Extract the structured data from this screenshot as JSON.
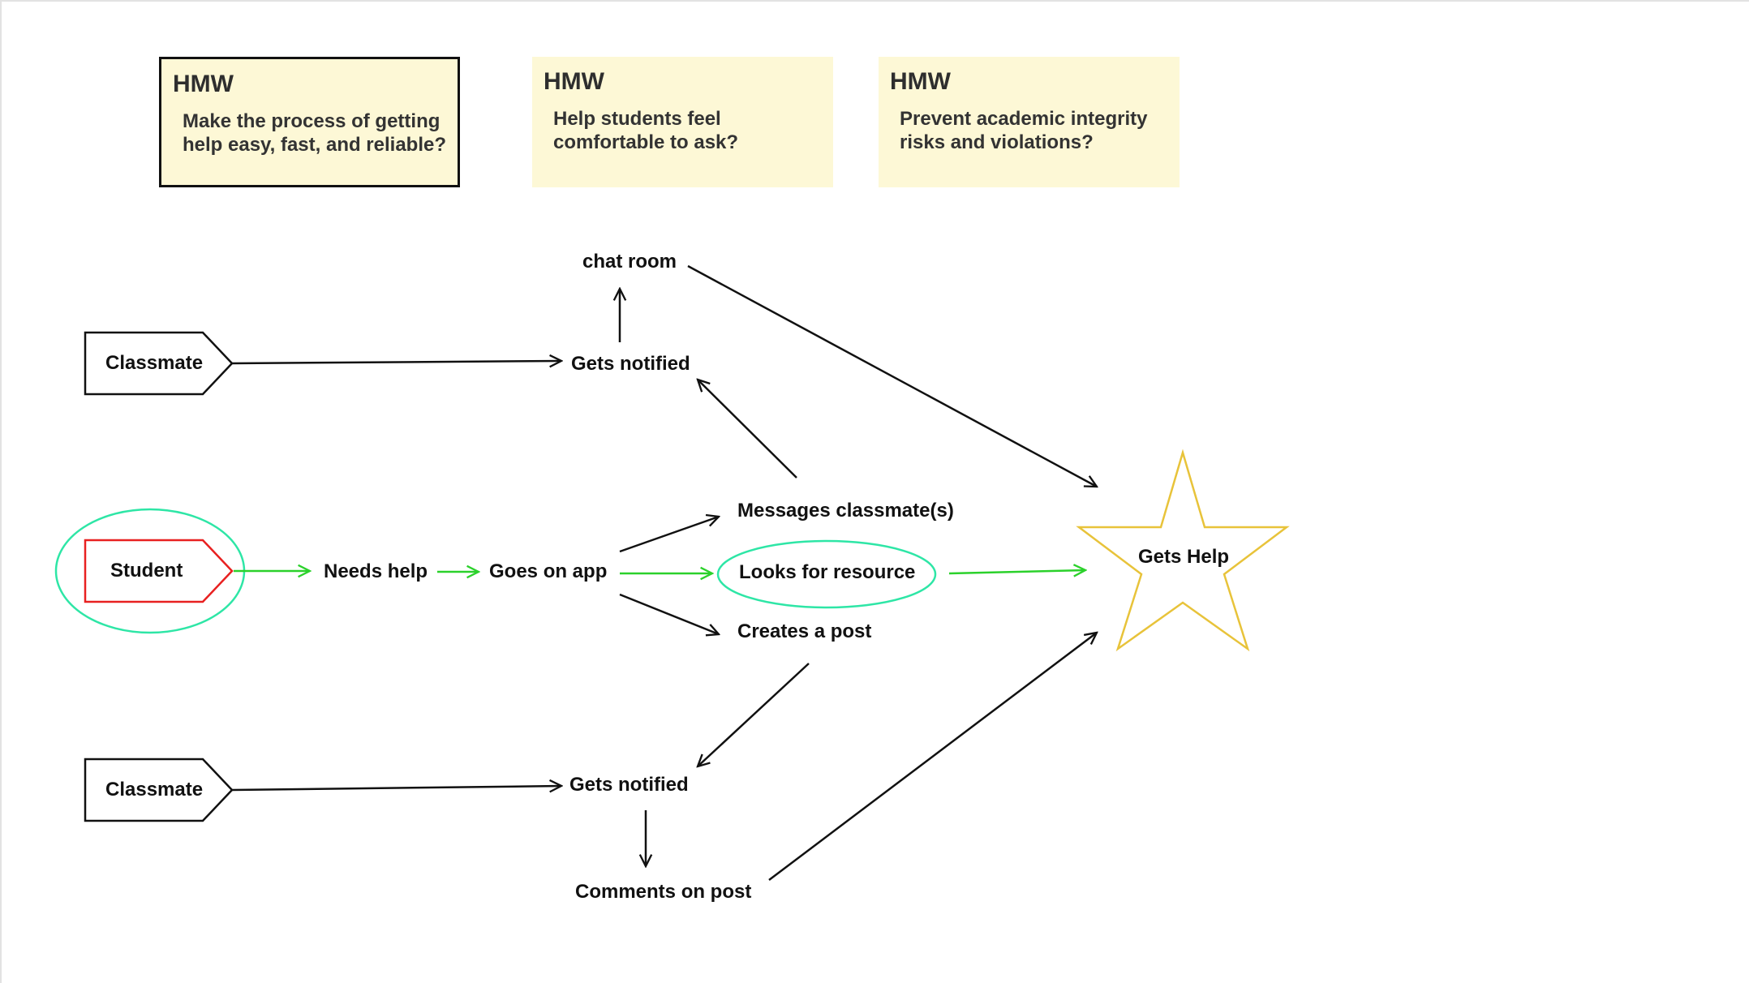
{
  "hmw_notes": [
    {
      "title": "HMW",
      "body_line1": "Make the process of getting",
      "body_line2": "help easy, fast, and reliable?"
    },
    {
      "title": "HMW",
      "body_line1": "Help students feel",
      "body_line2": "comfortable to ask?"
    },
    {
      "title": "HMW",
      "body_line1": "Prevent academic integrity",
      "body_line2": "risks and violations?"
    }
  ],
  "actors": {
    "classmate_top": "Classmate",
    "student": "Student",
    "classmate_bottom": "Classmate"
  },
  "steps": {
    "chat_room": "chat room",
    "gets_notified_top": "Gets notified",
    "messages_classmates": "Messages classmate(s)",
    "needs_help": "Needs help",
    "goes_on_app": "Goes on app",
    "looks_for_resource": "Looks for resource",
    "creates_a_post": "Creates a post",
    "gets_notified_bottom": "Gets notified",
    "comments_on_post": "Comments on post"
  },
  "goal": "Gets Help",
  "colors": {
    "note_fill": "#fdf8d6",
    "happy_path": "#2bd12b",
    "highlight_ring": "#2ee6a6",
    "student_outline": "#e82020",
    "goal_star": "#e8c33a",
    "default_line": "#111111"
  }
}
